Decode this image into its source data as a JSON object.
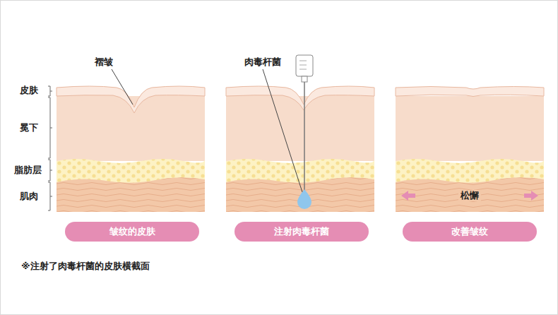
{
  "diagram": {
    "nodes": [
      {
        "text": [
          "皱纹的皮肤"
        ]
      },
      {
        "text": [
          "注射肉毒杆菌"
        ]
      },
      {
        "text": [
          "改善皱纹"
        ]
      }
    ],
    "labels": [
      "褶皱",
      "肉毒杆菌",
      "皮肤",
      "冕下",
      "脂肪层",
      "肌肉",
      "松懈",
      "※注射了肉毒杆菌的皮肤横截面"
    ]
  }
}
